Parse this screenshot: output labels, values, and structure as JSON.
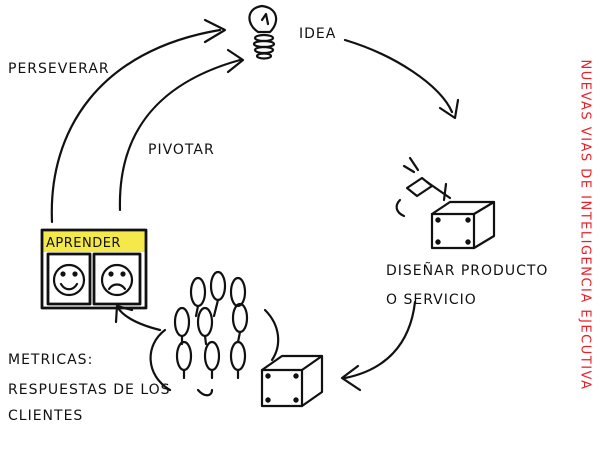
{
  "labels": {
    "idea": "IDEA",
    "perseverar": "PERSEVERAR",
    "pivotar": "PIVOTAR",
    "disenar_line1": "DISEÑAR PRODUCTO",
    "disenar_line2": "O SERVICIO",
    "metricas_line1": "METRICAS:",
    "metricas_line2": "RESPUESTAS DE LOS",
    "metricas_line3": "CLIENTES",
    "aprender": "APRENDER"
  },
  "side_title": "NUEVAS VIAS DE INTELIGENCIA EJECUTIVA",
  "colors": {
    "ink": "#111111",
    "accent": "#e8202a",
    "highlight": "#f5e84a"
  },
  "icons": [
    "lightbulb-icon",
    "hammer-icon",
    "cube-icon",
    "people-group-icon",
    "happy-face-icon",
    "sad-face-icon"
  ]
}
